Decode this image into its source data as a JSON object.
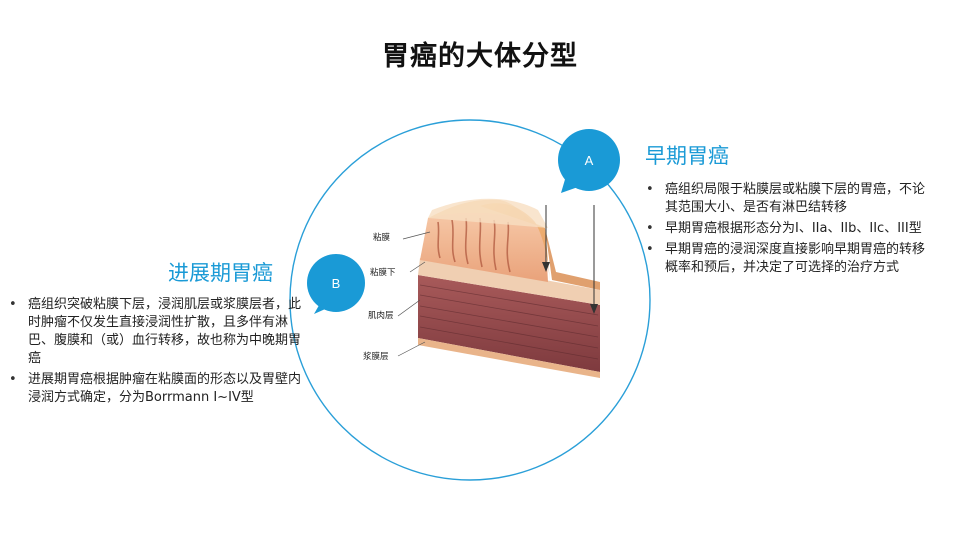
{
  "slide": {
    "title": "胃癌的大体分型",
    "accent_color": "#1a9ad6"
  },
  "diagram": {
    "badge_a": "A",
    "badge_b": "B",
    "layers": [
      "粘膜",
      "粘膜下",
      "肌肉层",
      "浆膜层"
    ]
  },
  "early": {
    "heading": "早期胃癌",
    "points": [
      "癌组织局限于粘膜层或粘膜下层的胃癌，不论其范围大小、是否有淋巴结转移",
      "早期胃癌根据形态分为I、IIa、IIb、IIc、III型",
      "早期胃癌的浸润深度直接影响早期胃癌的转移概率和预后，并决定了可选择的治疗方式"
    ]
  },
  "advanced": {
    "heading": "进展期胃癌",
    "points": [
      "癌组织突破粘膜下层，浸润肌层或浆膜层者，此时肿瘤不仅发生直接浸润性扩散，且多伴有淋巴、腹膜和（或）血行转移，故也称为中晚期胃癌",
      "进展期胃癌根据肿瘤在粘膜面的形态以及胃壁内浸润方式确定，分为Borrmann I~IV型"
    ]
  }
}
